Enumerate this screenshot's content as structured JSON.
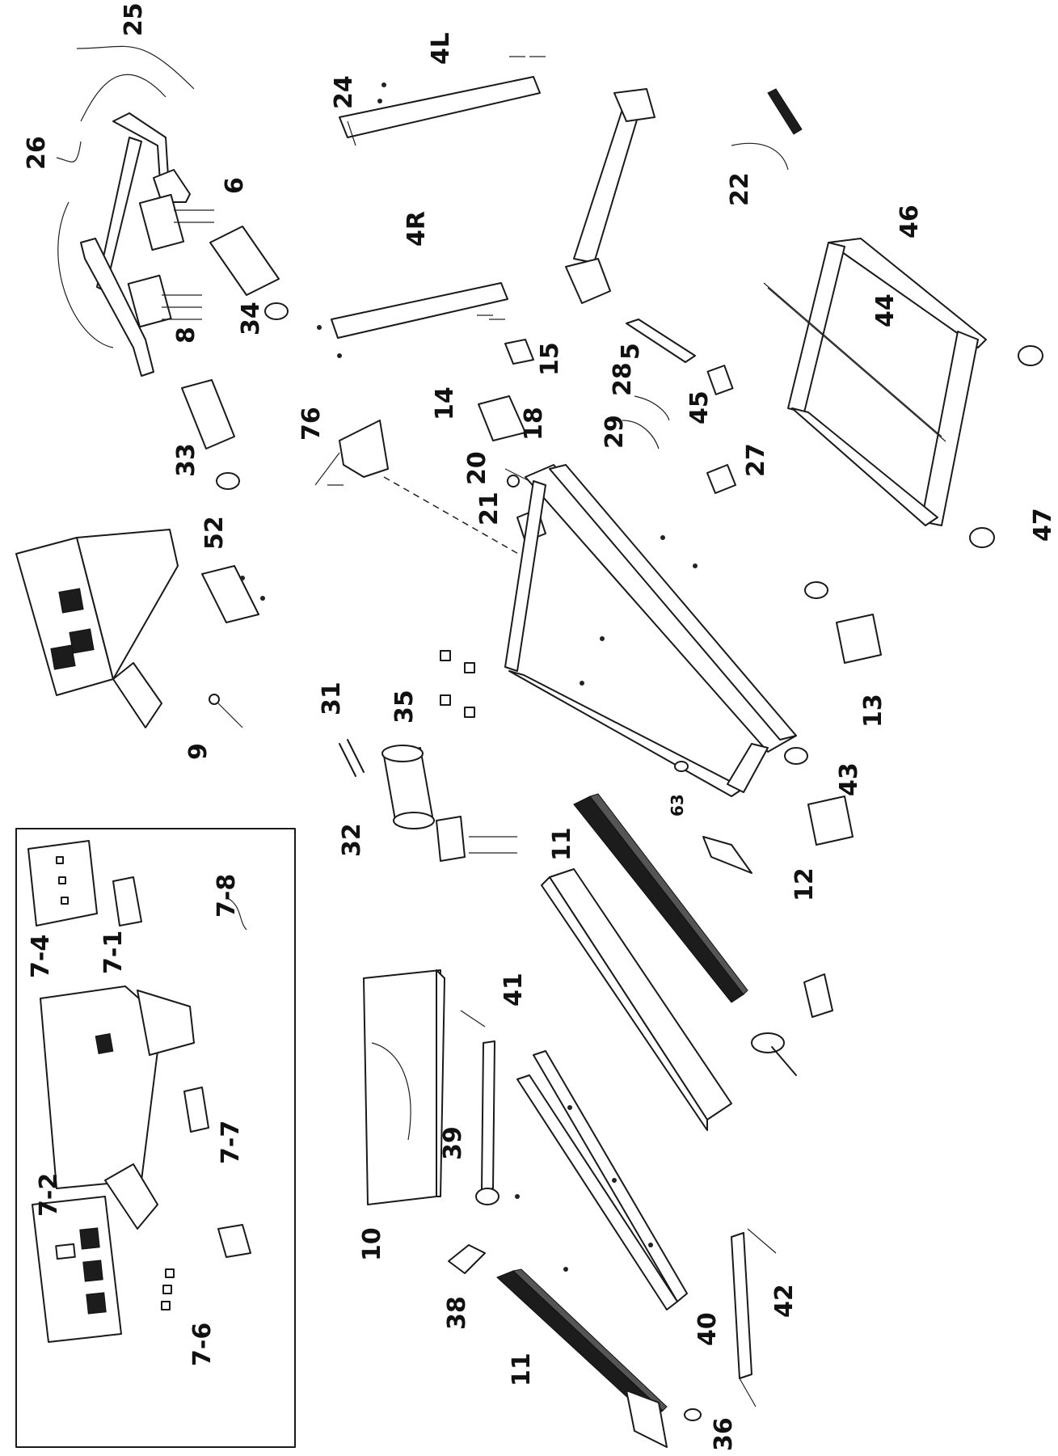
{
  "labels": [
    {
      "id": "25",
      "text": "25"
    },
    {
      "id": "26",
      "text": "26"
    },
    {
      "id": "6",
      "text": "6"
    },
    {
      "id": "8",
      "text": "8"
    },
    {
      "id": "34",
      "text": "34"
    },
    {
      "id": "33",
      "text": "33"
    },
    {
      "id": "24",
      "text": "24"
    },
    {
      "id": "4L",
      "text": "4L"
    },
    {
      "id": "4R",
      "text": "4R"
    },
    {
      "id": "22",
      "text": "22"
    },
    {
      "id": "46",
      "text": "46"
    },
    {
      "id": "44",
      "text": "44"
    },
    {
      "id": "47",
      "text": "47"
    },
    {
      "id": "5",
      "text": "5"
    },
    {
      "id": "45",
      "text": "45"
    },
    {
      "id": "28",
      "text": "28"
    },
    {
      "id": "29",
      "text": "29"
    },
    {
      "id": "27",
      "text": "27"
    },
    {
      "id": "15",
      "text": "15"
    },
    {
      "id": "14",
      "text": "14"
    },
    {
      "id": "18",
      "text": "18"
    },
    {
      "id": "20",
      "text": "20"
    },
    {
      "id": "21",
      "text": "21"
    },
    {
      "id": "76",
      "text": "76"
    },
    {
      "id": "52",
      "text": "52"
    },
    {
      "id": "9",
      "text": "9"
    },
    {
      "id": "31",
      "text": "31"
    },
    {
      "id": "32",
      "text": "32"
    },
    {
      "id": "35",
      "text": "35"
    },
    {
      "id": "13",
      "text": "13"
    },
    {
      "id": "43",
      "text": "43"
    },
    {
      "id": "63",
      "text": "63"
    },
    {
      "id": "12",
      "text": "12"
    },
    {
      "id": "11a",
      "text": "11"
    },
    {
      "id": "41",
      "text": "41"
    },
    {
      "id": "10",
      "text": "10"
    },
    {
      "id": "39",
      "text": "39"
    },
    {
      "id": "38",
      "text": "38"
    },
    {
      "id": "40",
      "text": "40"
    },
    {
      "id": "42",
      "text": "42"
    },
    {
      "id": "11b",
      "text": "11"
    },
    {
      "id": "36",
      "text": "36"
    },
    {
      "id": "7-4",
      "text": "7-4"
    },
    {
      "id": "7-1",
      "text": "7-1"
    },
    {
      "id": "7-8",
      "text": "7-8"
    },
    {
      "id": "7-2",
      "text": "7-2"
    },
    {
      "id": "7-7",
      "text": "7-7"
    },
    {
      "id": "7-6",
      "text": "7-6"
    }
  ]
}
